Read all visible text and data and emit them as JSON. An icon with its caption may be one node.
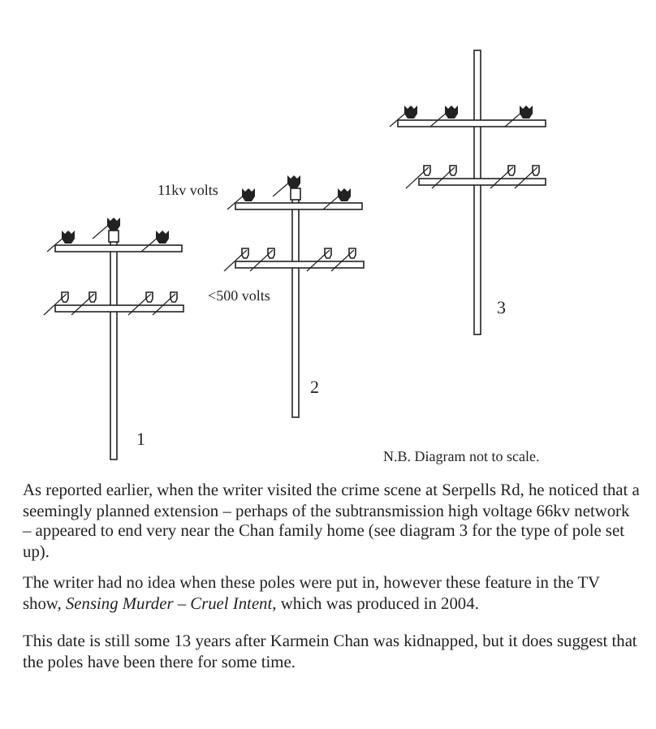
{
  "diagram": {
    "labels": [
      "11kv volts",
      "<500 volts",
      "3",
      "2",
      "1",
      "N.B. Diagram not to scale.",
      "As reported earlier, when the writer visited the crime scene at Serpells Rd, he noticed that a seemingly planned extension – perhaps of the subtransmission high voltage 66kv network – appeared to end very near the Chan family home (see diagram 3 for the type of pole set up).",
      "The writer had no idea when these poles were put in, however these feature in the TV show, *Sensing Murder – Cruel Intent*, which was produced in 2004.",
      "This date is still some 13 years after Karmein Chan was kidnapped, but it does suggest that the poles have been there for some time."
    ]
  }
}
